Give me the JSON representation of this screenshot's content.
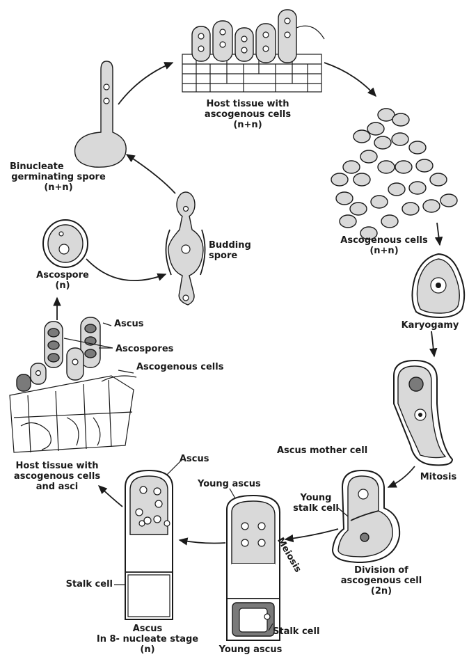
{
  "labels": {
    "host_tissue_top": [
      "Host tissue with",
      "ascogenous cells",
      "(n+n)"
    ],
    "binucleate_spore": [
      "Binucleate",
      "germinating spore",
      "(n+n)"
    ],
    "budding_spore": [
      "Budding",
      "spore"
    ],
    "ascospore": [
      "Ascospore",
      "(n)"
    ],
    "ascogenous_cells_right": [
      "Ascogenous cells",
      "(n+n)"
    ],
    "karyogamy": "Karyogamy",
    "ascus_top": "Ascus",
    "ascospores": "Ascospores",
    "ascogenous_cells_left": "Ascogenous cells",
    "mitosis": "Mitosis",
    "ascus_mother_cell": "Ascus mother cell",
    "young_stalk_cell": [
      "Young",
      "stalk cell"
    ],
    "meiosis": "Meiosis",
    "division": [
      "Division of",
      "ascogenous cell",
      "(2n)"
    ],
    "host_tissue_asci": [
      "Host tissue with",
      "ascogenous cells",
      "and asci"
    ],
    "ascus_bottom": "Ascus",
    "young_ascus_top": "Young ascus",
    "stalk_cell_left": "Stalk cell",
    "stalk_cell_right": "Stalk cell",
    "ascus_8_nucleate": [
      "Ascus",
      "In 8- nucleate stage",
      "(n)"
    ],
    "young_ascus_bottom": "Young ascus"
  },
  "colors": {
    "ink": "#1a1a1a",
    "cytoplasm": "#d9d9d9",
    "dark_cytoplasm": "#7a7a7a",
    "background": "#ffffff"
  }
}
